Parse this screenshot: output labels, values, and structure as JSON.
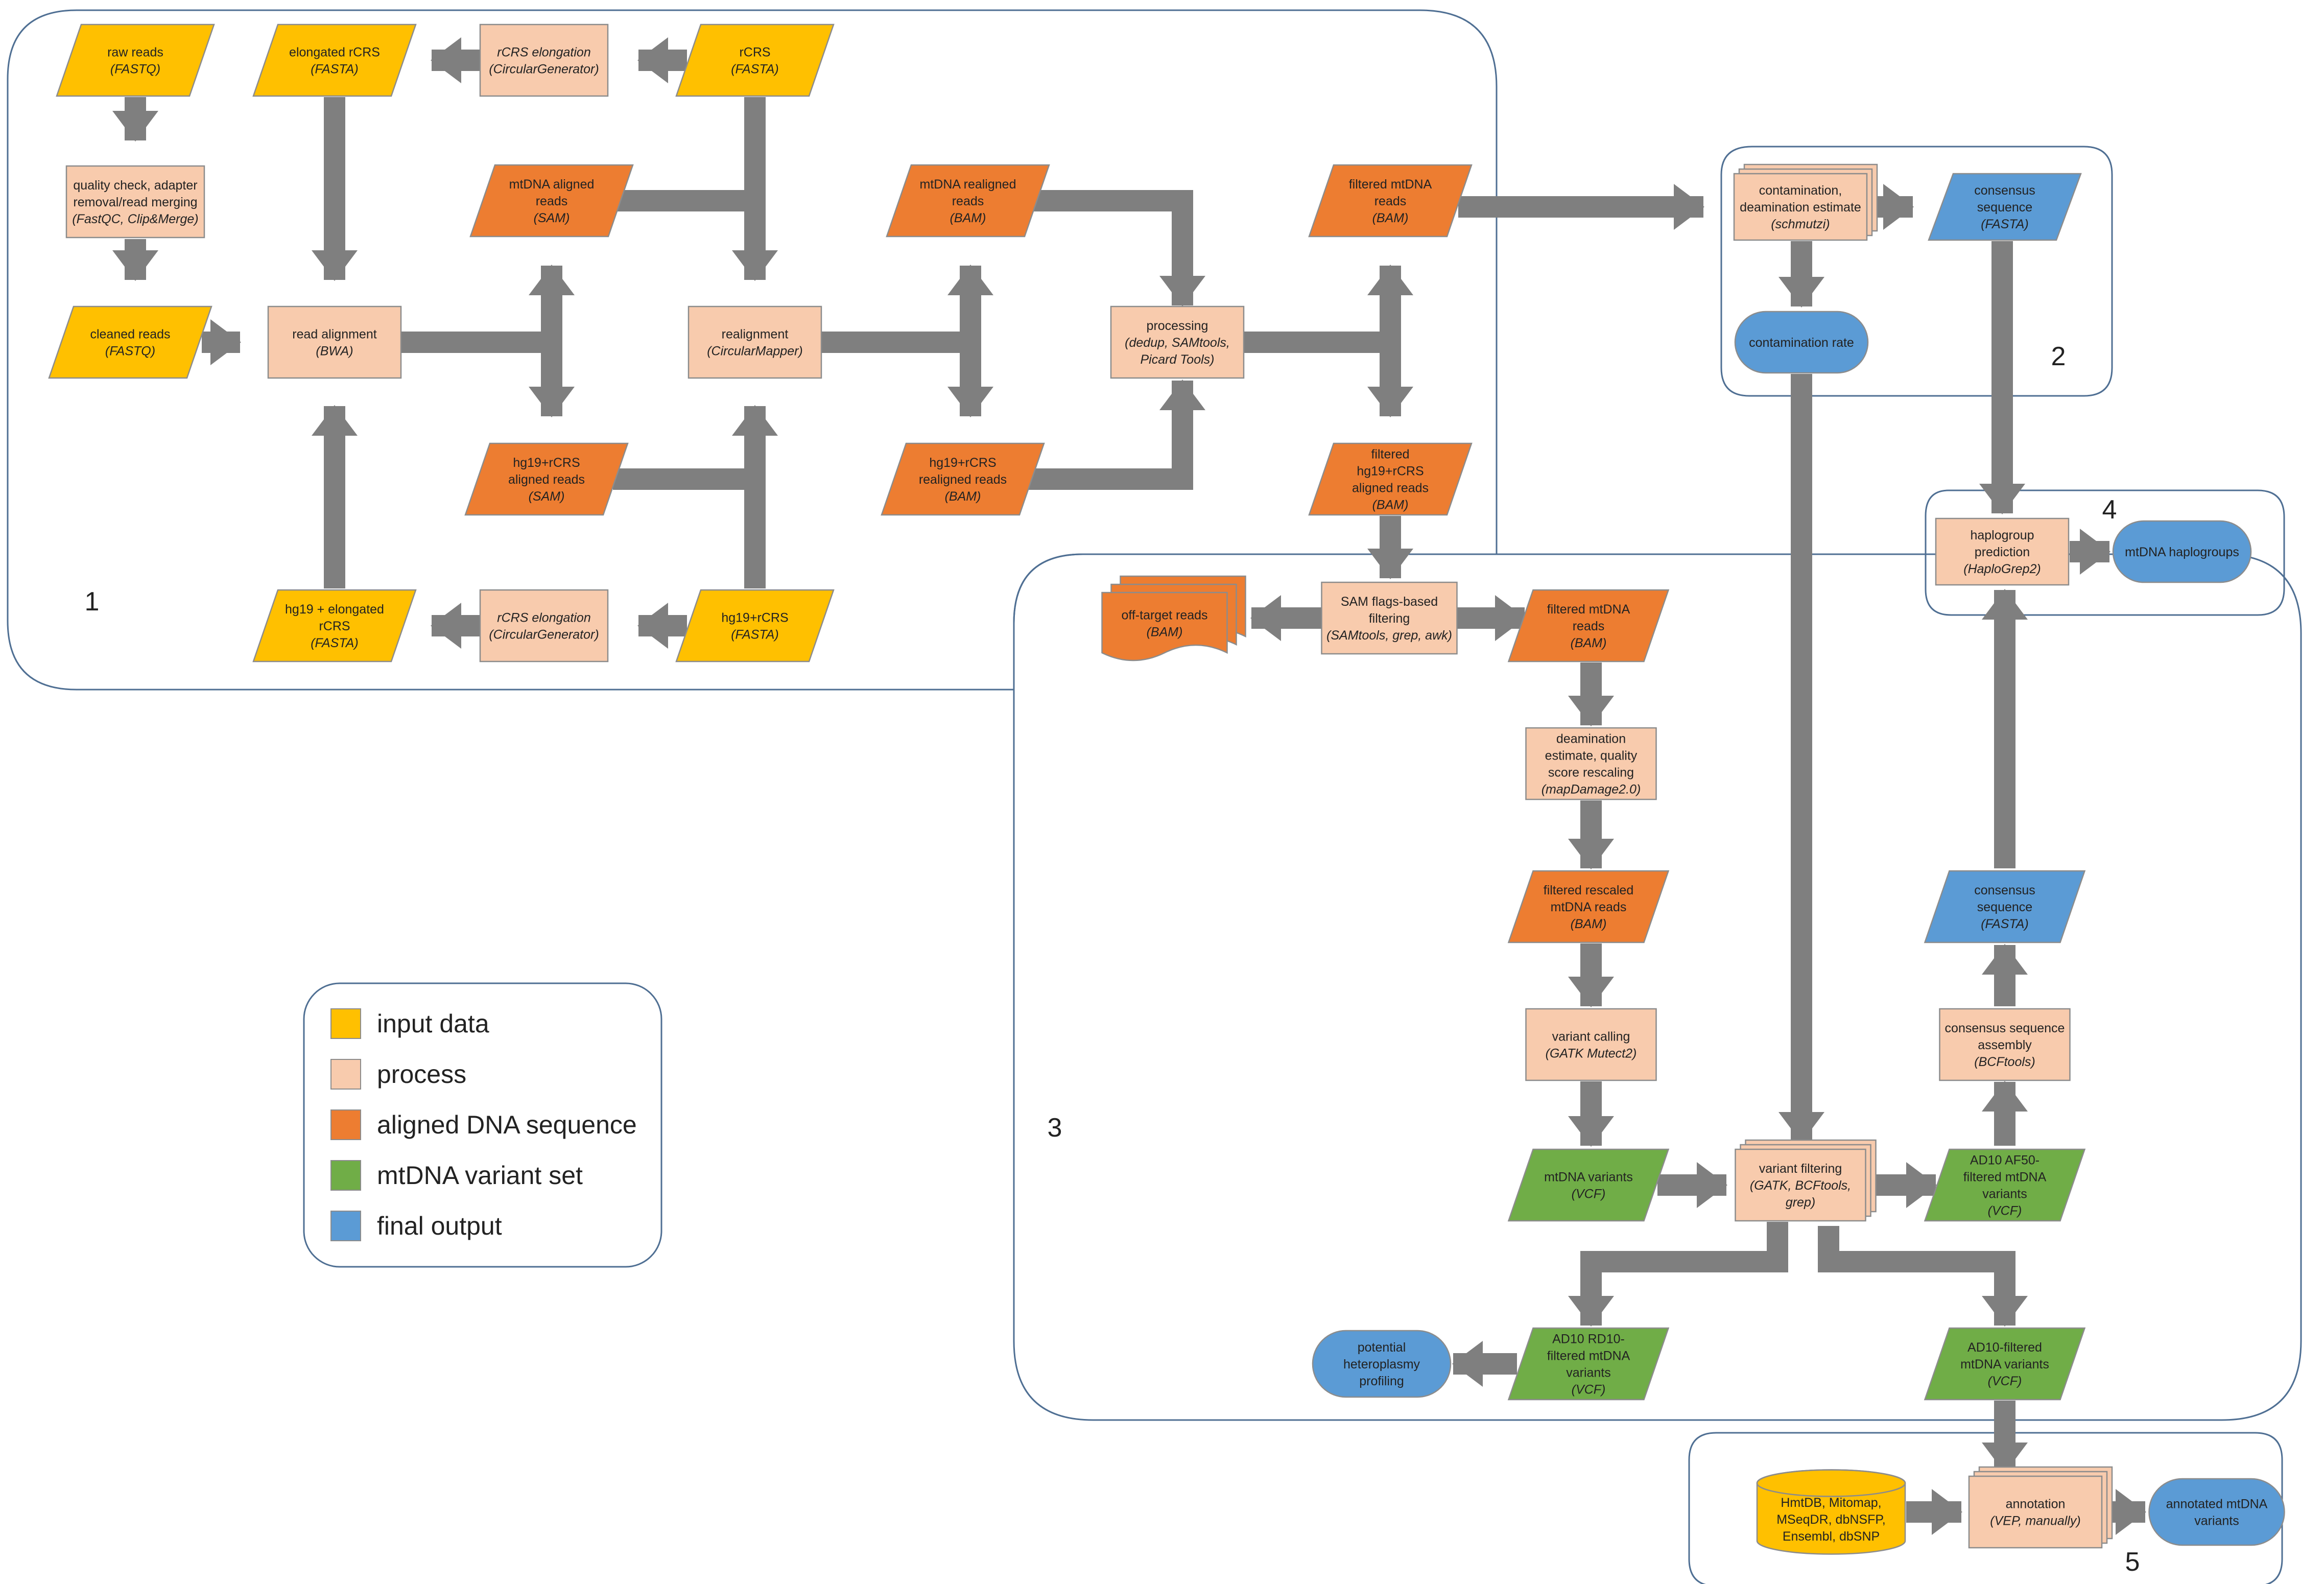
{
  "colors": {
    "input": "#FFC000",
    "process": "#F8CBAD",
    "aligned": "#ED7D31",
    "variant": "#70AD47",
    "output": "#5B9BD5",
    "arrow": "#7F7F7F",
    "region_border": "#4F6F93"
  },
  "regions": [
    {
      "id": "region-1",
      "label": "1"
    },
    {
      "id": "region-2",
      "label": "2"
    },
    {
      "id": "region-3",
      "label": "3"
    },
    {
      "id": "region-4",
      "label": "4"
    },
    {
      "id": "region-5",
      "label": "5"
    }
  ],
  "legend": [
    {
      "category": "input",
      "label": "input data"
    },
    {
      "category": "process",
      "label": "process"
    },
    {
      "category": "aligned",
      "label": "aligned DNA sequence"
    },
    {
      "category": "variant",
      "label": "mtDNA variant set"
    },
    {
      "category": "output",
      "label": "final output"
    }
  ],
  "nodes": [
    {
      "id": "raw-reads",
      "category": "input",
      "shape": "parallelogram",
      "lines": [
        "raw reads"
      ],
      "italic": [
        "(FASTQ)"
      ]
    },
    {
      "id": "quality-check",
      "category": "process",
      "shape": "rect",
      "lines": [
        "quality check, adapter",
        "removal/read merging"
      ],
      "italic": [
        "(FastQC, Clip&Merge)"
      ]
    },
    {
      "id": "cleaned-reads",
      "category": "input",
      "shape": "parallelogram",
      "lines": [
        "cleaned reads"
      ],
      "italic": [
        "(FASTQ)"
      ]
    },
    {
      "id": "elongated-rcrs",
      "category": "input",
      "shape": "parallelogram",
      "lines": [
        "elongated rCRS"
      ],
      "italic": [
        "(FASTA)"
      ]
    },
    {
      "id": "rcrs-elongation-top",
      "category": "process",
      "shape": "rect",
      "lines": [],
      "italic": [
        "rCRS elongation",
        "(CircularGenerator)"
      ]
    },
    {
      "id": "rcrs",
      "category": "input",
      "shape": "parallelogram",
      "lines": [
        "rCRS"
      ],
      "italic": [
        "(FASTA)"
      ]
    },
    {
      "id": "read-alignment",
      "category": "process",
      "shape": "rect",
      "lines": [
        "read alignment"
      ],
      "italic": [
        "(BWA)"
      ]
    },
    {
      "id": "mtdna-aligned-reads",
      "category": "aligned",
      "shape": "parallelogram",
      "lines": [
        "mtDNA aligned",
        "reads"
      ],
      "italic": [
        "(SAM)"
      ]
    },
    {
      "id": "hg19-rcrs-aligned-reads",
      "category": "aligned",
      "shape": "parallelogram",
      "lines": [
        "hg19+rCRS",
        "aligned reads"
      ],
      "italic": [
        "(SAM)"
      ]
    },
    {
      "id": "realignment",
      "category": "process",
      "shape": "rect",
      "lines": [
        "realignment"
      ],
      "italic": [
        "(CircularMapper)"
      ]
    },
    {
      "id": "mtdna-realigned-reads",
      "category": "aligned",
      "shape": "parallelogram",
      "lines": [
        "mtDNA realigned",
        "reads"
      ],
      "italic": [
        "(BAM)"
      ]
    },
    {
      "id": "hg19-rcrs-realigned-reads",
      "category": "aligned",
      "shape": "parallelogram",
      "lines": [
        "hg19+rCRS",
        "realigned reads"
      ],
      "italic": [
        "(BAM)"
      ]
    },
    {
      "id": "processing",
      "category": "process",
      "shape": "rect",
      "lines": [
        "processing"
      ],
      "italic": [
        "(dedup, SAMtools,",
        "Picard Tools)"
      ]
    },
    {
      "id": "filtered-mtdna-reads-top",
      "category": "aligned",
      "shape": "parallelogram",
      "lines": [
        "filtered mtDNA",
        "reads"
      ],
      "italic": [
        "(BAM)"
      ]
    },
    {
      "id": "filtered-hg19-rcrs-aligned",
      "category": "aligned",
      "shape": "parallelogram",
      "lines": [
        "filtered",
        "hg19+rCRS",
        "aligned reads"
      ],
      "italic": [
        "(BAM)"
      ]
    },
    {
      "id": "hg19-elongated-rcrs",
      "category": "input",
      "shape": "parallelogram",
      "lines": [
        "hg19 + elongated",
        "rCRS"
      ],
      "italic": [
        "(FASTA)"
      ]
    },
    {
      "id": "rcrs-elongation-bottom",
      "category": "process",
      "shape": "rect",
      "lines": [],
      "italic": [
        "rCRS elongation",
        "(CircularGenerator)"
      ]
    },
    {
      "id": "hg19-rcrs",
      "category": "input",
      "shape": "parallelogram",
      "lines": [
        "hg19+rCRS"
      ],
      "italic": [
        "(FASTA)"
      ]
    },
    {
      "id": "contamination-estimate",
      "category": "process",
      "shape": "stack",
      "lines": [
        "contamination,",
        "deamination estimate"
      ],
      "italic": [
        "(schmutzi)"
      ]
    },
    {
      "id": "consensus-sequence-top",
      "category": "output",
      "shape": "parallelogram",
      "lines": [
        "consensus",
        "sequence"
      ],
      "italic": [
        "(FASTA)"
      ]
    },
    {
      "id": "contamination-rate",
      "category": "output",
      "shape": "pill",
      "lines": [
        "contamination rate"
      ],
      "italic": []
    },
    {
      "id": "haplogroup-prediction",
      "category": "process",
      "shape": "rect",
      "lines": [
        "haplogroup",
        "prediction"
      ],
      "italic": [
        "(HaploGrep2)"
      ]
    },
    {
      "id": "mtdna-haplogroups",
      "category": "output",
      "shape": "pill",
      "lines": [
        "mtDNA haplogroups"
      ],
      "italic": []
    },
    {
      "id": "off-target-reads",
      "category": "aligned",
      "shape": "docstack",
      "lines": [
        "off-target reads"
      ],
      "italic": [
        "(BAM)"
      ]
    },
    {
      "id": "sam-flags-filtering",
      "category": "process",
      "shape": "rect",
      "lines": [
        "SAM flags-based",
        "filtering"
      ],
      "italic": [
        "(SAMtools, grep, awk)"
      ]
    },
    {
      "id": "filtered-mtdna-reads-mid",
      "category": "aligned",
      "shape": "parallelogram",
      "lines": [
        "filtered mtDNA",
        "reads"
      ],
      "italic": [
        "(BAM)"
      ]
    },
    {
      "id": "deamination-rescaling",
      "category": "process",
      "shape": "rect",
      "lines": [
        "deamination",
        "estimate, quality",
        "score rescaling"
      ],
      "italic": [
        "(mapDamage2.0)"
      ]
    },
    {
      "id": "filtered-rescaled-reads",
      "category": "aligned",
      "shape": "parallelogram",
      "lines": [
        "filtered rescaled",
        "mtDNA reads"
      ],
      "italic": [
        "(BAM)"
      ]
    },
    {
      "id": "variant-calling",
      "category": "process",
      "shape": "rect",
      "lines": [
        "variant calling"
      ],
      "italic": [
        "(GATK Mutect2)"
      ]
    },
    {
      "id": "mtdna-variants",
      "category": "variant",
      "shape": "parallelogram",
      "lines": [
        "mtDNA variants"
      ],
      "italic": [
        "(VCF)"
      ]
    },
    {
      "id": "variant-filtering",
      "category": "process",
      "shape": "stack",
      "lines": [
        "variant filtering"
      ],
      "italic": [
        "(GATK, BCFtools,",
        "grep)"
      ]
    },
    {
      "id": "ad10-af50-variants",
      "category": "variant",
      "shape": "parallelogram",
      "lines": [
        "AD10 AF50-",
        "filtered mtDNA",
        "variants"
      ],
      "italic": [
        "(VCF)"
      ]
    },
    {
      "id": "consensus-assembly",
      "category": "process",
      "shape": "rect",
      "lines": [
        "consensus  sequence",
        "assembly"
      ],
      "italic": [
        "(BCFtools)"
      ]
    },
    {
      "id": "consensus-sequence-mid",
      "category": "output",
      "shape": "parallelogram",
      "lines": [
        "consensus",
        "sequence"
      ],
      "italic": [
        "(FASTA)"
      ]
    },
    {
      "id": "ad10-rd10-variants",
      "category": "variant",
      "shape": "parallelogram",
      "lines": [
        "AD10 RD10-",
        "filtered mtDNA",
        "variants"
      ],
      "italic": [
        "(VCF)"
      ]
    },
    {
      "id": "heteroplasmy-profiling",
      "category": "output",
      "shape": "pill",
      "lines": [
        "potential",
        "heteroplasmy",
        "profiling"
      ],
      "italic": []
    },
    {
      "id": "ad10-filtered-variants",
      "category": "variant",
      "shape": "parallelogram",
      "lines": [
        "AD10-filtered",
        "mtDNA variants"
      ],
      "italic": [
        "(VCF)"
      ]
    },
    {
      "id": "annotation-databases",
      "category": "input",
      "shape": "cylinder",
      "lines": [
        "HmtDB, Mitomap,",
        "MSeqDR, dbNSFP,",
        "Ensembl, dbSNP"
      ],
      "italic": []
    },
    {
      "id": "annotation",
      "category": "process",
      "shape": "stack",
      "lines": [
        "annotation"
      ],
      "italic": [
        "(VEP, manually)"
      ]
    },
    {
      "id": "annotated-variants",
      "category": "output",
      "shape": "pill",
      "lines": [
        "annotated mtDNA",
        "variants"
      ],
      "italic": []
    }
  ]
}
